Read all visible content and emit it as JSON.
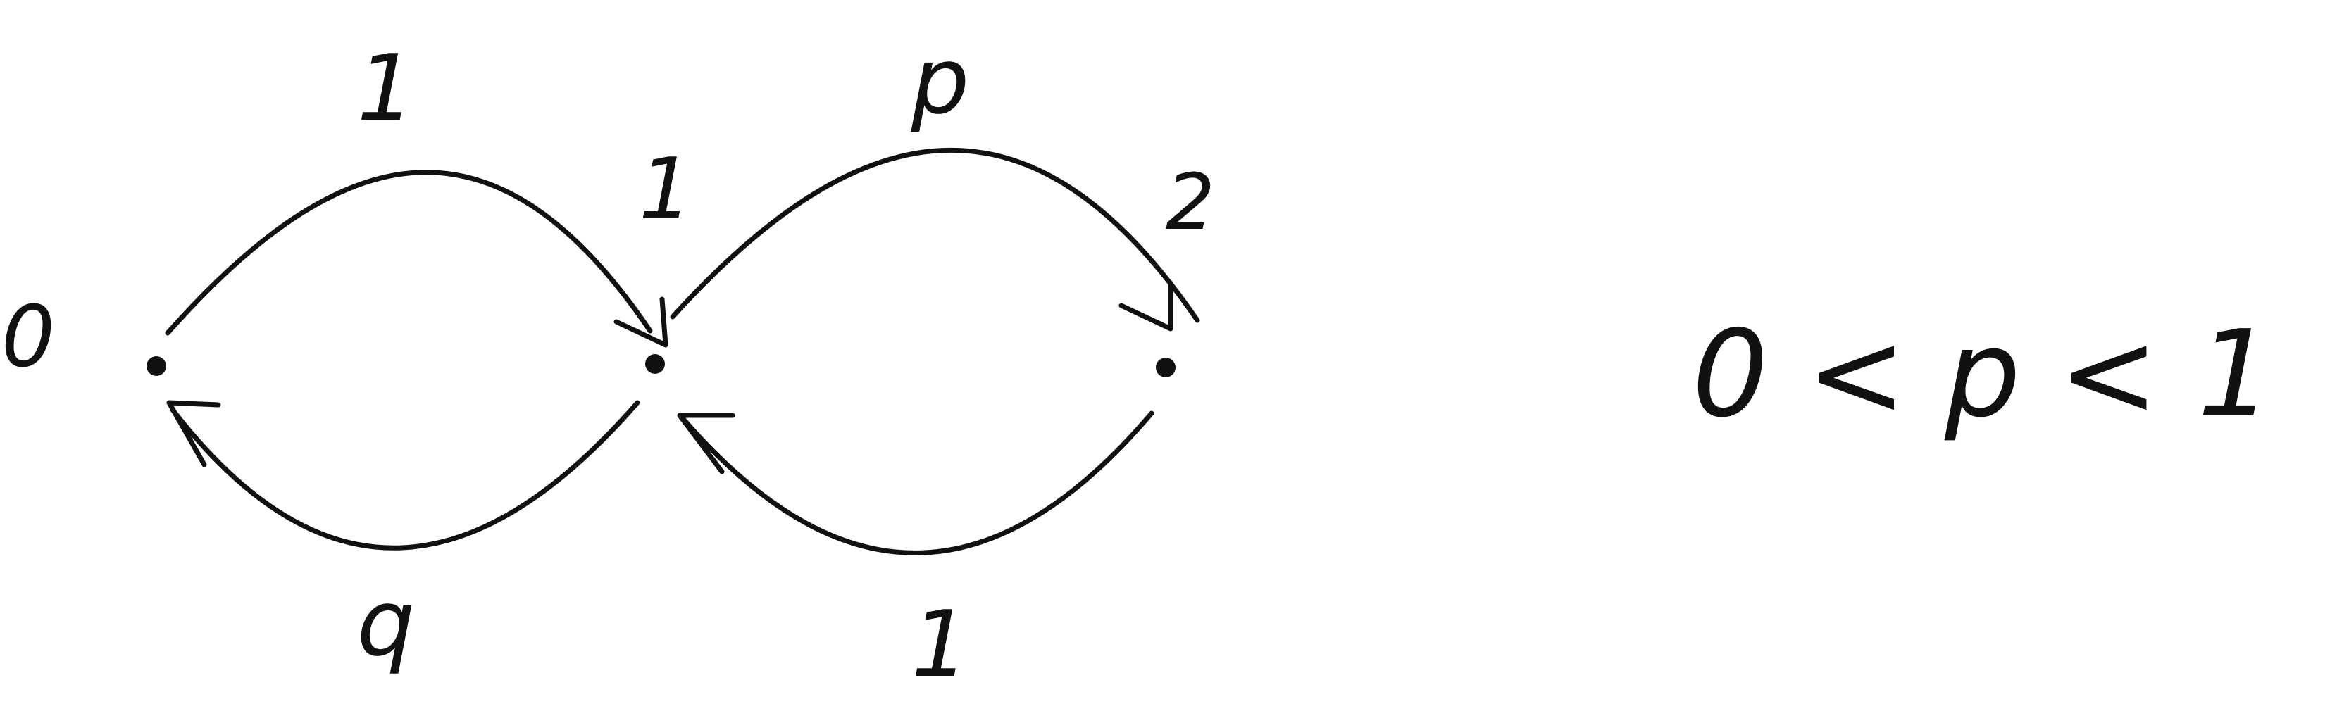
{
  "states": [
    {
      "label": "0"
    },
    {
      "label": "1"
    },
    {
      "label": "2"
    }
  ],
  "edges": [
    {
      "from": "0",
      "to": "1",
      "label": "1"
    },
    {
      "from": "1",
      "to": "2",
      "label": "p"
    },
    {
      "from": "1",
      "to": "0",
      "label": "q"
    },
    {
      "from": "2",
      "to": "1",
      "label": "1"
    }
  ],
  "constraint": {
    "text": "0 < p < 1"
  },
  "colors": {
    "ink": "#111111",
    "background": "#ffffff"
  }
}
